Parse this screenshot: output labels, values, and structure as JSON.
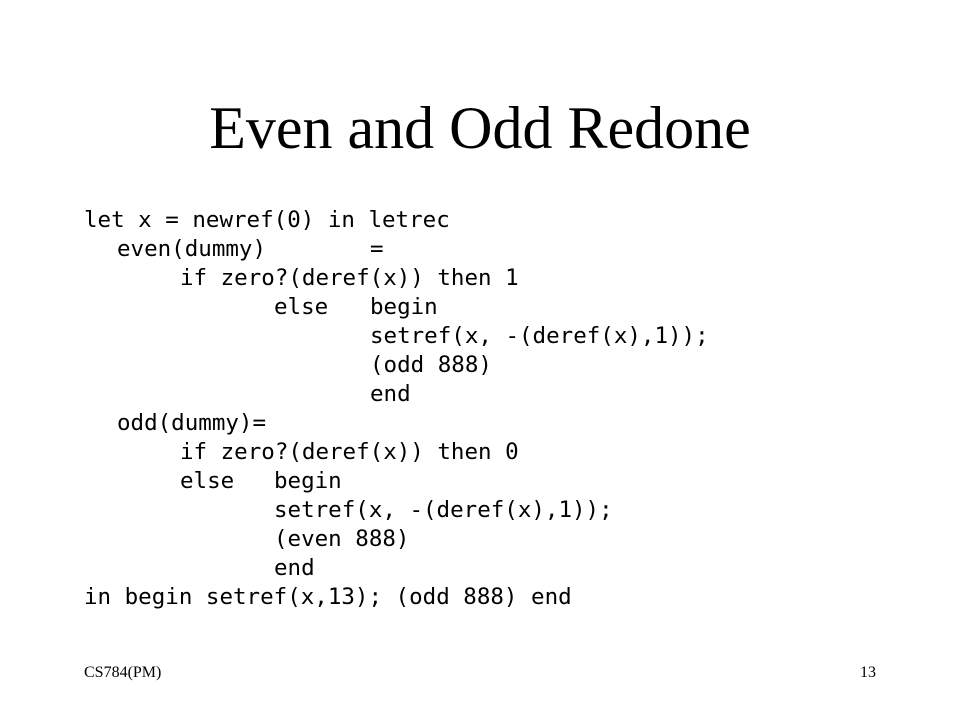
{
  "slide": {
    "title": "Even and Odd Redone",
    "footer_left": "CS784(PM)",
    "page_number": "13"
  },
  "code": {
    "line1": "let x = newref(0) in letrec",
    "line2a": "even(dummy)",
    "line2b": "=",
    "line3": "if zero?(deref(x)) then 1",
    "line4a": "else",
    "line4b": "begin",
    "line5": "setref(x, -(deref(x),1));",
    "line6": "(odd 888)",
    "line7": "end",
    "line8": "odd(dummy)=",
    "line9": "if zero?(deref(x)) then 0",
    "line10a": "else",
    "line10b": "begin",
    "line11": "setref(x, -(deref(x),1));",
    "line12": "(even 888)",
    "line13": "end",
    "line14": "in begin setref(x,13); (odd 888) end"
  }
}
